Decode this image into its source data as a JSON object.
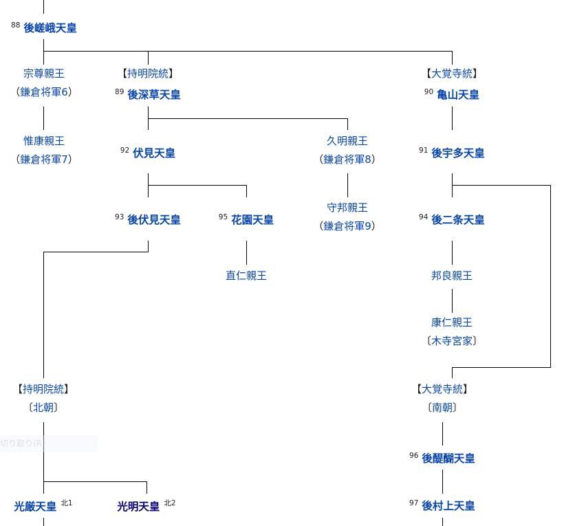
{
  "diagram": {
    "title": "",
    "nodes": {
      "gosaga": {
        "num": "88",
        "name": "後嵯峨天皇"
      },
      "munetaka": {
        "name": "宗尊親王",
        "note_open": "（",
        "note": "鎌倉将軍6",
        "note_close": "）"
      },
      "jimyoin_1": {
        "open": "【",
        "label": "持明院統",
        "close": "】"
      },
      "gofukakusa": {
        "num": "89",
        "name": "後深草天皇"
      },
      "daikakuji_1": {
        "open": "【",
        "label": "大覚寺統",
        "close": "】"
      },
      "kameyama": {
        "num": "90",
        "name": "亀山天皇"
      },
      "koreyasu": {
        "name": "惟康親王",
        "note_open": "（",
        "note": "鎌倉将軍7",
        "note_close": "）"
      },
      "fushimi": {
        "num": "92",
        "name": "伏見天皇"
      },
      "hisaaki": {
        "name": "久明親王",
        "note_open": "（",
        "note": "鎌倉将軍8",
        "note_close": "）"
      },
      "gouda": {
        "num": "91",
        "name": "後宇多天皇"
      },
      "gofushimi": {
        "num": "93",
        "name": "後伏見天皇"
      },
      "hanazono": {
        "num": "95",
        "name": "花園天皇"
      },
      "morikuni": {
        "name": "守邦親王",
        "note_open": "（",
        "note": "鎌倉将軍9",
        "note_close": "）"
      },
      "gonijo": {
        "num": "94",
        "name": "後二条天皇"
      },
      "naohito": {
        "name": "直仁親王"
      },
      "kuniyoshi": {
        "name": "邦良親王"
      },
      "yasuhito": {
        "name": "康仁親王",
        "note_open": "〔",
        "note": "木寺宮家",
        "note_close": "〕"
      },
      "jimyoin_2": {
        "open": "【",
        "label": "持明院統",
        "close": "】",
        "sub_open": "〔",
        "sub": "北朝",
        "sub_close": "〕"
      },
      "daikakuji_2": {
        "open": "【",
        "label": "大覚寺統",
        "close": "】",
        "sub_open": "〔",
        "sub": "南朝",
        "sub_close": "〕"
      },
      "kogon": {
        "name": "光厳天皇",
        "sup": "北1"
      },
      "komyo": {
        "name": "光明天皇",
        "sup": "北2"
      },
      "godaigo": {
        "num": "96",
        "name": "後醍醐天皇"
      },
      "gomurakami": {
        "num": "97",
        "name": "後村上天皇"
      }
    },
    "ghost_tooltip": "切り取り(R)",
    "colors": {
      "link": "#0645ad",
      "visited_link": "#0b0080",
      "line": "#000000",
      "text": "#202122"
    }
  }
}
